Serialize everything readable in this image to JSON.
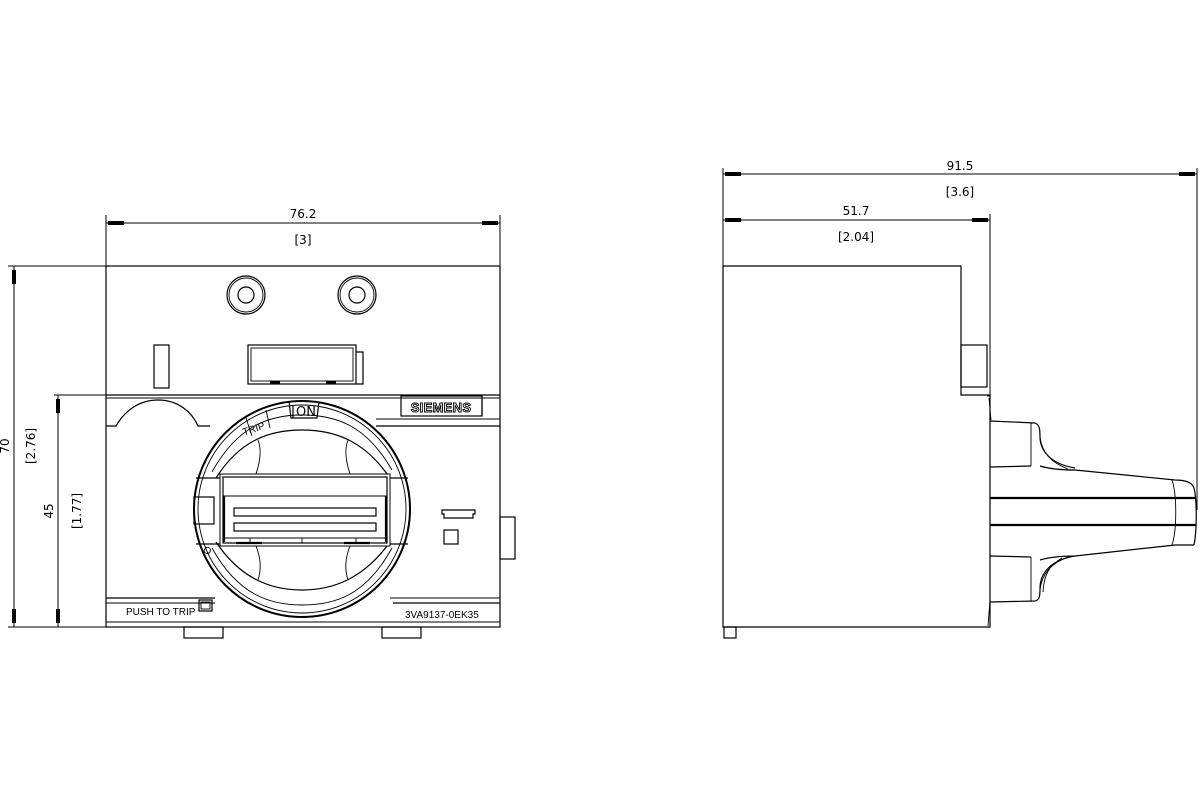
{
  "drawing": {
    "front_view": {
      "width_dim": {
        "value": "76.2",
        "inch": "[3]"
      },
      "height_dim": {
        "value": "70",
        "inch": "[2.76]"
      },
      "lower_height_dim": {
        "value": "45",
        "inch": "[1.77]"
      },
      "brand_label": "SIEMENS",
      "dial_labels": {
        "trip": "TRIP",
        "on": "ON",
        "off": "O"
      },
      "push_to_trip_label": "PUSH TO TRIP",
      "part_number": "3VA9137-0EK35"
    },
    "side_view": {
      "overall_depth_dim": {
        "value": "91.5",
        "inch": "[3.6]"
      },
      "body_depth_dim": {
        "value": "51.7",
        "inch": "[2.04]"
      }
    },
    "colors": {
      "line": "#000000",
      "background": "#ffffff"
    }
  }
}
